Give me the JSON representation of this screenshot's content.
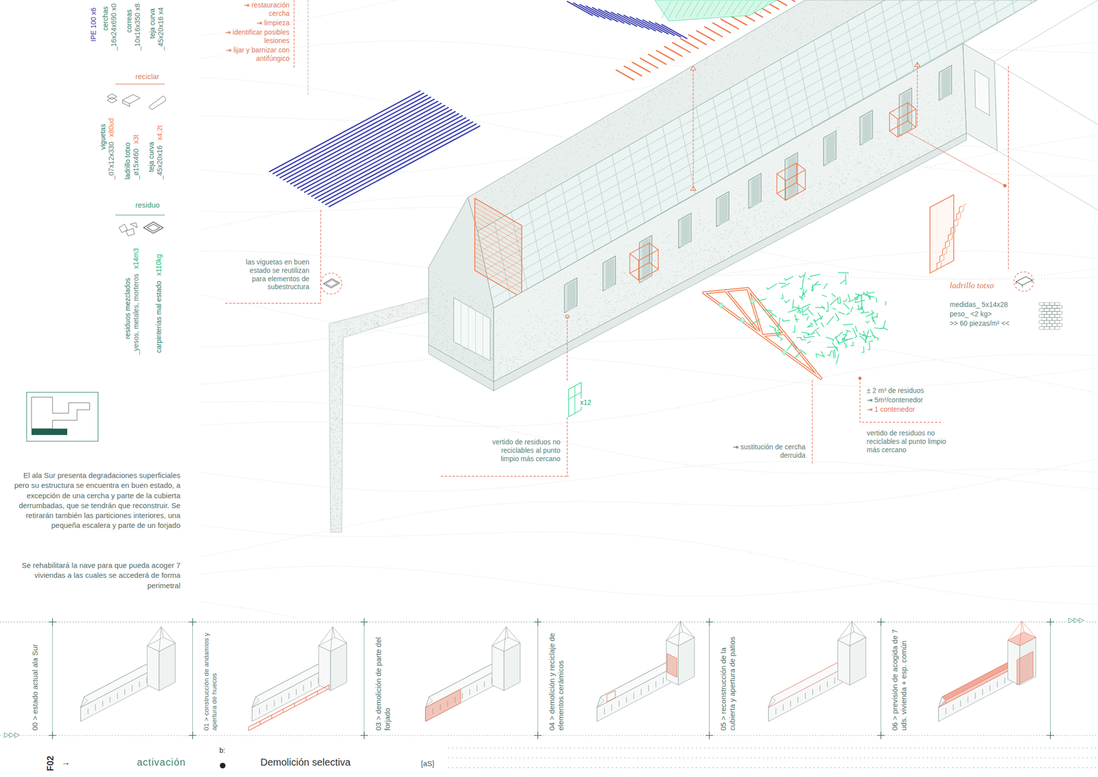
{
  "diagram": {
    "title": "Demolición selectiva",
    "nodes": [
      {
        "text": [
          "00 > estado actual ala Sur"
        ]
      },
      {
        "text": [
          "01 > construcción de andamios y apertura de huecos"
        ]
      },
      {
        "text": [
          "03 > demolición de parte del forjado"
        ]
      },
      {
        "text": [
          "04 > demolición y reciclaje de elementos cerámicos"
        ]
      },
      {
        "text": [
          "05 > reconstrucción de la cubierta y apertura de patios"
        ]
      },
      {
        "text": [
          "06 > previsión de acogida de 7 uds. vivienda + esp. común"
        ]
      }
    ],
    "labels": [
      "IPE 100 x6",
      "cerchas",
      "_16x24x690 x0",
      "correas",
      "_10x16x350 x8",
      "teja curva",
      "_45x20x16 x4",
      "reciclar",
      "viguetas",
      "_07x12x330",
      "x80ud",
      "ladrillo totxo",
      "_ø15x460",
      "x3t",
      "teja curva",
      "_45x20x16",
      "x4,2t",
      "residuo",
      "residuos mezclados",
      "_yesos, metales, morteros",
      "x14m3",
      "carpinterías mal estado",
      "x110kg",
      "⇥ restauración cercha",
      "⇥ limpieza",
      "⇥ identificar posibles lesiones",
      "⇥ lijar y barnizar con antifúngico",
      "las viguetas en buen estado se reutilizan para elementos de subestructura",
      "x12",
      "vertido de residuos no reciclables al punto limpio más cercano",
      "⇥ sustitución de cercha derruida",
      "± 2 m³ de residuos",
      "⇥ 5m³/contenedor",
      "⇥ 1 contenedor",
      "vertido de residuos no reciclables al punto limpio más cercano",
      "ladrillo totxo",
      "medidas_ 5x14x28",
      "peso_ <2 kg>",
      ">> 60 piezas/m² <<",
      "El ala Sur presenta degradaciones superficiales pero su estructura se encuentra en buen estado, a excepción de una cercha y parte de la cubierta derrumbadas, que se tendrán que reconstruir. Se retirarán también las particiones interiores, una pequeña escalera y parte de un forjado",
      "Se rehabilitará la nave para que pueda acoger 7 viviendas a las cuales se accederá de forma perimetral",
      "F02",
      "→",
      "activación",
      "b:",
      "[aS]",
      "▷▷▷",
      "▷▷▷"
    ]
  }
}
